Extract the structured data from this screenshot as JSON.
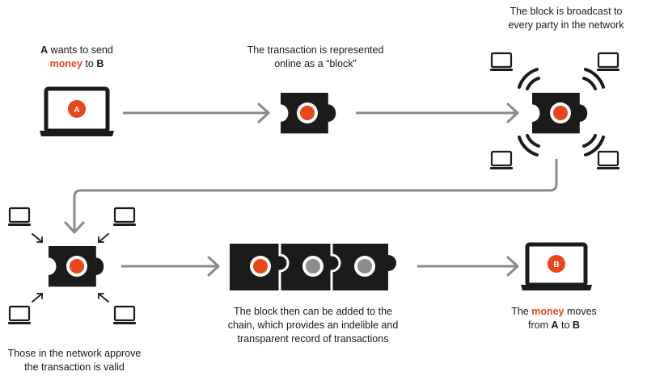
{
  "colors": {
    "accent": "#e8461c",
    "dark": "#1b1b1b",
    "arrow": "#8a8a8a",
    "grey_dot": "#8c8c8c"
  },
  "icons": [
    "laptop-icon",
    "block-puzzle-icon",
    "broadcast-waves-icon",
    "arrow-icon"
  ],
  "step1": {
    "party_a": "A",
    "line1_rest": " wants to send",
    "money": "money",
    "to": " to ",
    "party_b": "B",
    "laptop_label": "A"
  },
  "step2": {
    "line1": "The transaction is represented",
    "line2": "online as a “block”"
  },
  "step3": {
    "line1": "The block is broadcast to",
    "line2": "every party in the network"
  },
  "step4": {
    "line1": "Those in the network approve",
    "line2": "the transaction is valid"
  },
  "step5": {
    "line1": "The block then can be added to the",
    "line2": "chain, which provides an indelible and",
    "line3": "transparent record of transactions"
  },
  "step6": {
    "the": "The ",
    "money": "money",
    "moves": " moves",
    "from": "from ",
    "party_a": "A",
    "to": " to ",
    "party_b": "B",
    "laptop_label": "B"
  }
}
